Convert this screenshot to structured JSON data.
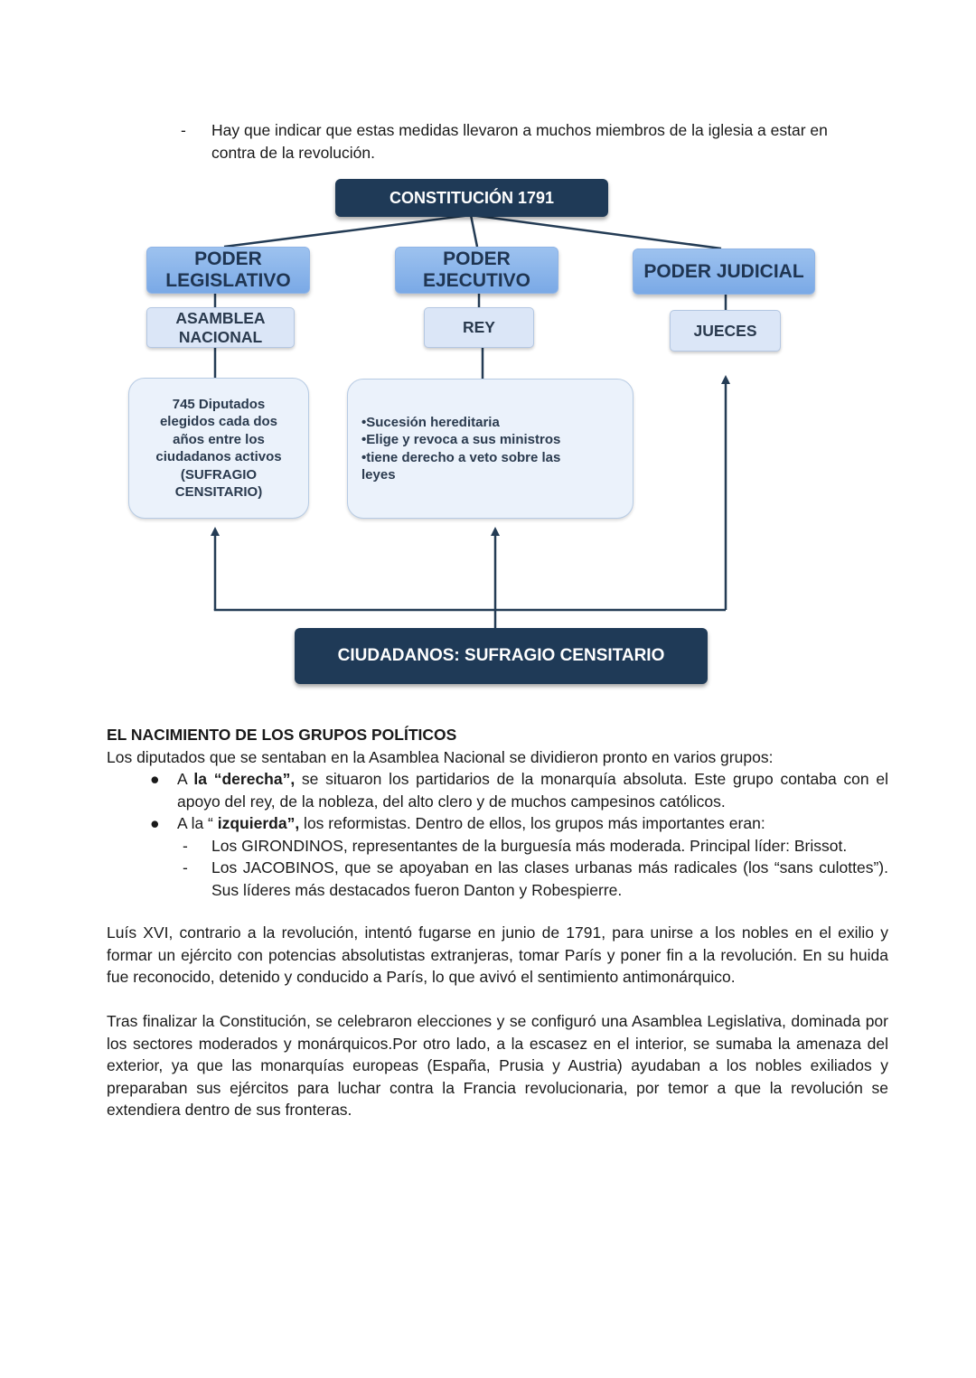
{
  "top_bullet": {
    "marker": "-",
    "text": "Hay que indicar que estas medidas llevaron a muchos miembros de la iglesia a  estar en contra de la revolución."
  },
  "diagram": {
    "root": "CONSTITUCIÓN 1791",
    "legislativo": {
      "title_1": "PODER",
      "title_2": "LEGISLATIVO",
      "organ_1": "ASAMBLEA",
      "organ_2": "NACIONAL",
      "detail": [
        "745 Diputados",
        "elegidos cada dos",
        "años entre los",
        "ciudadanos activos",
        "(SUFRAGIO",
        "CENSITARIO)"
      ]
    },
    "ejecutivo": {
      "title_1": "PODER",
      "title_2": "EJECUTIVO",
      "organ": "REY",
      "detail": [
        "Sucesión hereditaria",
        "Elige y revoca a sus   ministros",
        "tiene derecho a veto sobre las leyes"
      ]
    },
    "judicial": {
      "title": "PODER JUDICIAL",
      "organ": "JUECES"
    },
    "bottom": "CIUDADANOS: SUFRAGIO CENSITARIO",
    "colors": {
      "dark": "#1f3a57",
      "mid": "#8cb6ea",
      "light": "#dbe6f7",
      "pale": "#ebf2fb",
      "line": "#243c55"
    }
  },
  "section": {
    "heading": "EL NACIMIENTO DE LOS GRUPOS POLÍTICOS",
    "intro": "Los diputados que se sentaban en la Asamblea Nacional se dividieron pronto en varios grupos:",
    "bullet_marker": "●",
    "dash_marker": "-",
    "b1_pre": "A ",
    "b1_bold": "la “derecha”,",
    "b1_post": " se situaron los partidarios de la monarquía absoluta. Este grupo  contaba con el apoyo del rey, de la nobleza, del alto clero y de muchos campesinos  católicos.",
    "b2_pre": "A la “ ",
    "b2_bold": "izquierda”,",
    "b2_post": " los reformistas. Dentro de ellos, los grupos más importantes eran:",
    "d1": "Los GIRONDINOS, representantes de la burguesía más moderada. Principal  líder: Brissot.",
    "d2": "Los JACOBINOS, que se apoyaban en las clases urbanas más radicales (los “sans culottes”). Sus líderes más destacados fueron Danton y Robespierre.",
    "p1": "Luís XVI, contrario a la revolución, intentó fugarse en junio de 1791, para unirse a los nobles en el exilio y formar un ejército con potencias absolutistas extranjeras, tomar París y poner fin a la revolución. En su huida fue reconocido, detenido y conducido a París, lo que avivó el sentimiento antimonárquico.",
    "p2": "Tras finalizar la Constitución, se celebraron elecciones y se configuró una Asamblea Legislativa, dominada por los sectores moderados y monárquicos.Por otro lado, a la escasez en el interior, se sumaba la amenaza del exterior, ya que las monarquías europeas (España, Prusia y Austria) ayudaban a los nobles exiliados y preparaban sus ejércitos para luchar contra la Francia revolucionaria, por temor a que la revolución se extendiera dentro de sus fronteras."
  }
}
